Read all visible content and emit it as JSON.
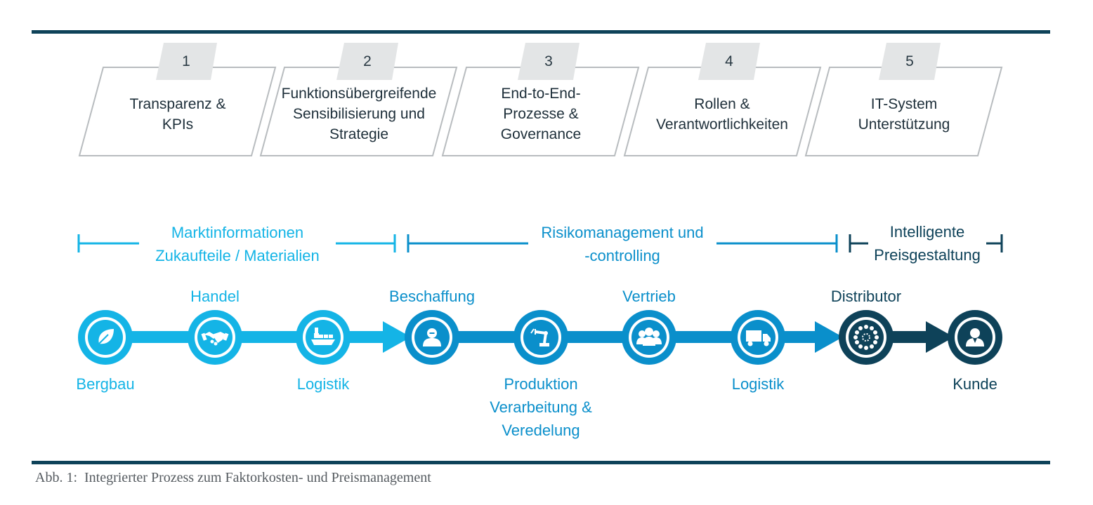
{
  "steps": [
    {
      "num": "1",
      "text": "Transparenz &\nKPIs"
    },
    {
      "num": "2",
      "text": "Funktionsübergreifende\nSensibilisierung und\nStrategie"
    },
    {
      "num": "3",
      "text": "End-to-End-\nProzesse &\nGovernance"
    },
    {
      "num": "4",
      "text": "Rollen &\nVerantwortlichkeiten"
    },
    {
      "num": "5",
      "text": "IT-System\nUnterstützung"
    }
  ],
  "ranges": [
    {
      "label": "Marktinformationen\nZukaufteile / Materialien"
    },
    {
      "label": "Risikomanagement und\n-controlling"
    },
    {
      "label": "Intelligente\nPreisgestaltung"
    }
  ],
  "nodes": [
    {
      "icon": "leaf-icon",
      "label_below": "Bergbau",
      "label_above": ""
    },
    {
      "icon": "handshake-icon",
      "label_below": "",
      "label_above": "Handel"
    },
    {
      "icon": "ship-icon",
      "label_below": "Logistik",
      "label_above": ""
    },
    {
      "icon": "person-icon",
      "label_below": "",
      "label_above": "Beschaffung"
    },
    {
      "icon": "robot-arm-icon",
      "label_below": "Produktion\nVerarbeitung &\nVeredelung",
      "label_above": ""
    },
    {
      "icon": "group-icon",
      "label_below": "",
      "label_above": "Vertrieb"
    },
    {
      "icon": "truck-icon",
      "label_below": "Logistik",
      "label_above": ""
    },
    {
      "icon": "network-icon",
      "label_below": "",
      "label_above": "Distributor"
    },
    {
      "icon": "customer-icon",
      "label_below": "Kunde",
      "label_above": ""
    }
  ],
  "colors": {
    "light": "#14b4e6",
    "mid": "#0a8fcb",
    "dark": "#0e4259",
    "card_border": "#b8bcbf",
    "tab_fill": "#e3e5e6"
  },
  "caption": "Abb. 1:  Integrierter Prozess zum Faktorkosten- und Preismanagement"
}
